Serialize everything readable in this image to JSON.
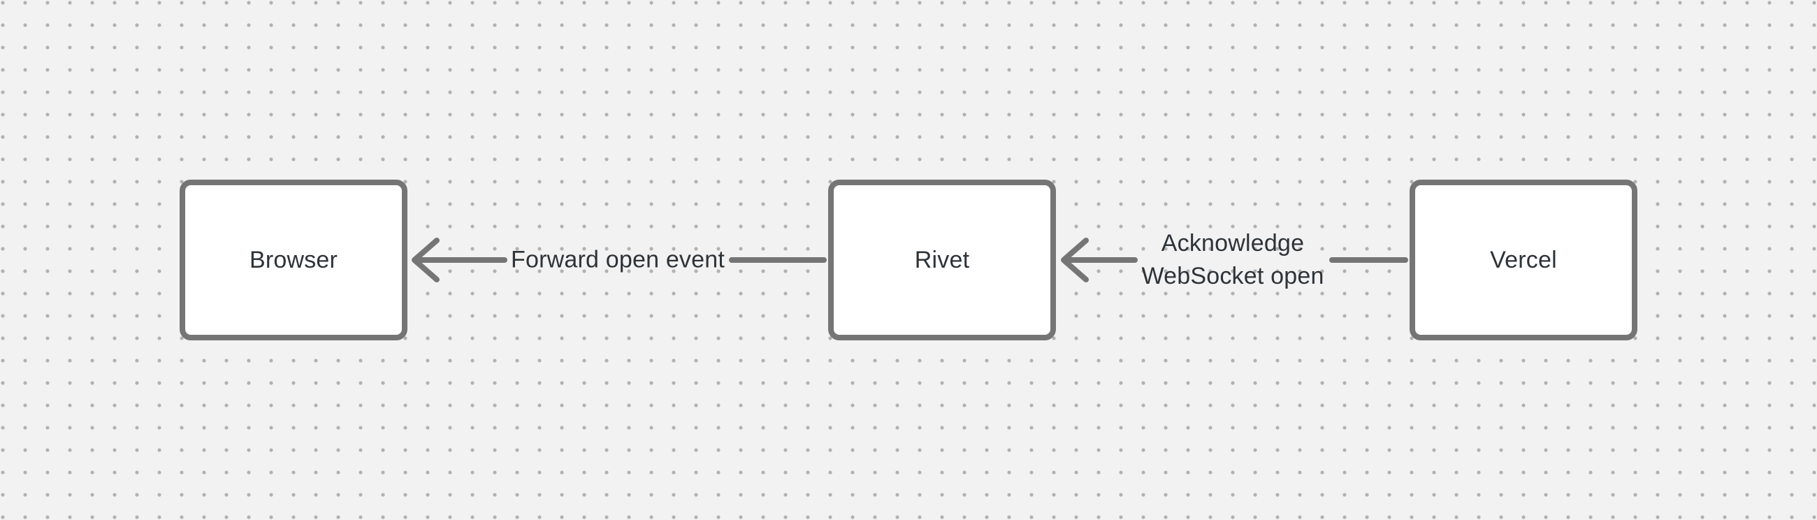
{
  "diagram": {
    "colors": {
      "background": "#f2f2f2",
      "grid_dot": "#b1b1b1",
      "stroke": "#757575",
      "node_fill": "#ffffff",
      "text": "#2e3338"
    },
    "nodes": [
      {
        "id": "browser",
        "label": "Browser"
      },
      {
        "id": "rivet",
        "label": "Rivet"
      },
      {
        "id": "vercel",
        "label": "Vercel"
      }
    ],
    "edges": [
      {
        "from": "rivet",
        "to": "browser",
        "direction": "left",
        "label": "Forward open event"
      },
      {
        "from": "vercel",
        "to": "rivet",
        "direction": "left",
        "label_line1": "Acknowledge",
        "label_line2": "WebSocket open"
      }
    ]
  }
}
